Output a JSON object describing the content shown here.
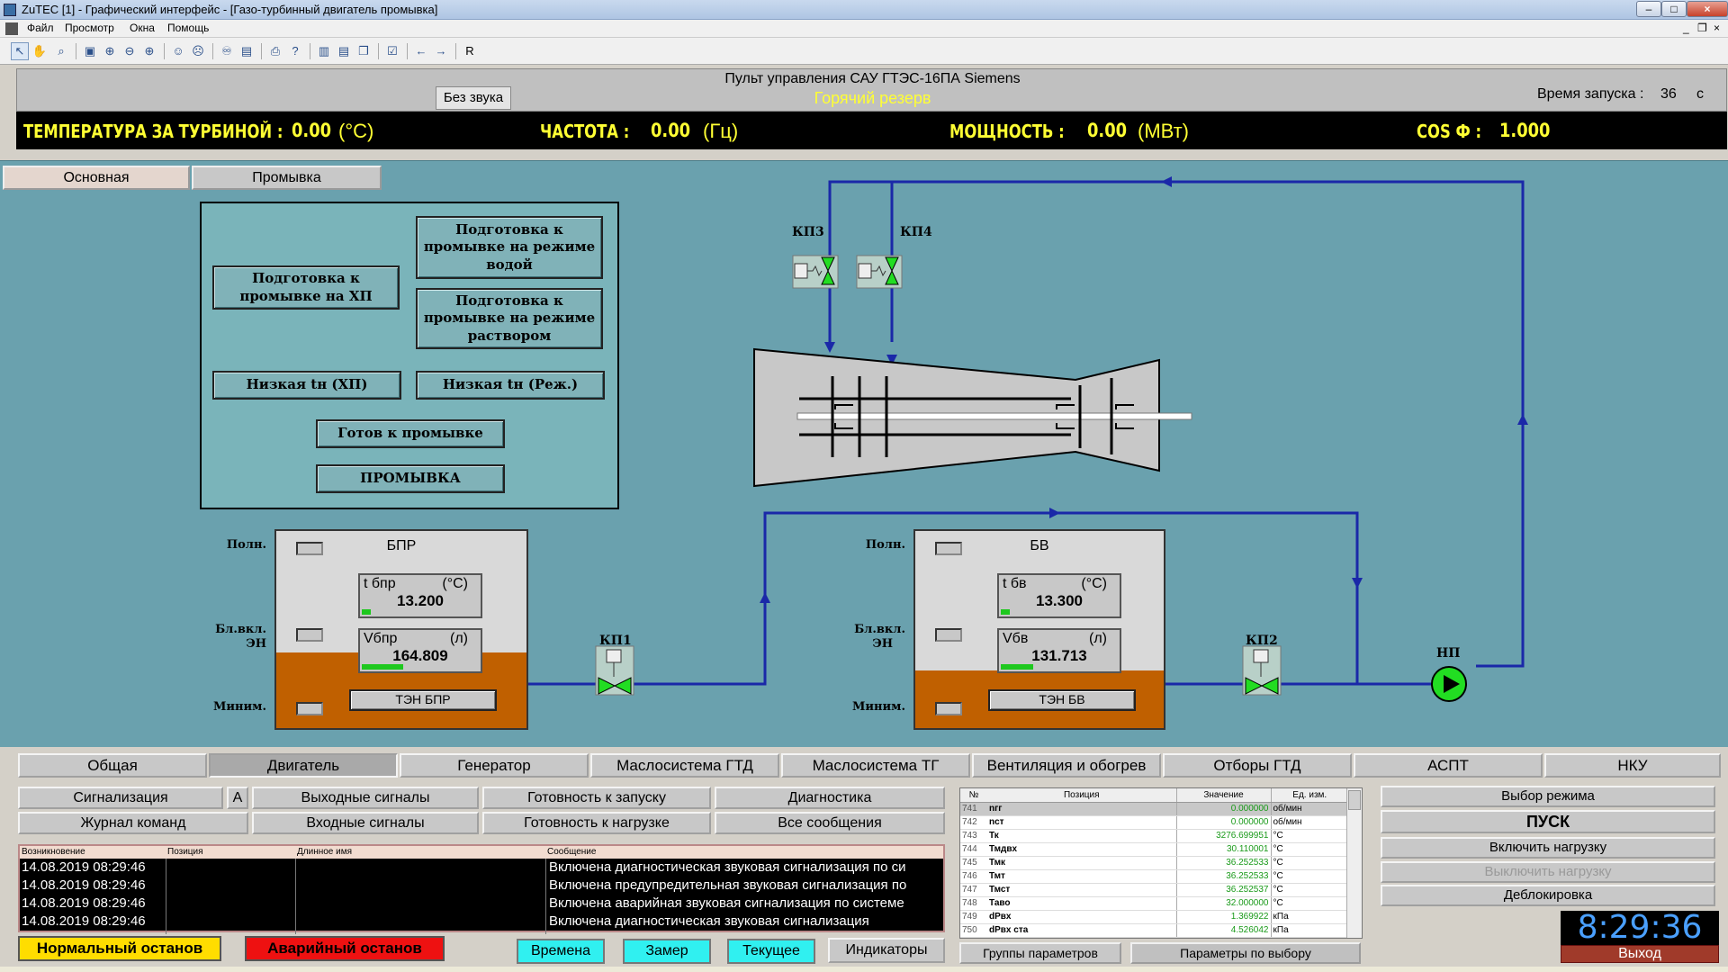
{
  "window": {
    "title": "ZuTEC [1] - Графический интерфейс - [Газо-турбинный двигатель промывка]",
    "menu": [
      "Файл",
      "Просмотр",
      "Окна",
      "Помощь"
    ]
  },
  "header": {
    "title": "Пульт управления САУ ГТЭС-16ПА Siemens",
    "mode": "Горячий резерв",
    "mute_label": "Без звука",
    "start_time_label": "Время запуска :",
    "start_time_value": "36",
    "start_time_unit": "с"
  },
  "measurements": {
    "temp_label": "ТЕМПЕРАТУРА ЗА ТУРБИНОЙ :",
    "temp_value": "0.00",
    "temp_unit": "(°С)",
    "freq_label": "ЧАСТОТА :",
    "freq_value": "0.00",
    "freq_unit": "(Гц)",
    "power_label": "МОЩНОСТЬ :",
    "power_value": "0.00",
    "power_unit": "(МВт)",
    "cos_label": "COS Ф :",
    "cos_value": "1.000"
  },
  "view_tabs": [
    "Основная",
    "Промывка"
  ],
  "procedures": {
    "prep_xp": "Подготовка к промывке на ХП",
    "prep_water": "Подготовка к промывке на режиме водой",
    "prep_solution": "Подготовка к промывке на режиме раствором",
    "low_t_xp": "Низкая tн (ХП)",
    "low_t_mode": "Низкая tн (Реж.)",
    "ready": "Готов к промывке",
    "wash": "ПРОМЫВКА"
  },
  "valves": {
    "kp1": "КП1",
    "kp2": "КП2",
    "kp3": "КП3",
    "kp4": "КП4",
    "np": "НП"
  },
  "side_labels": {
    "full": "Полн.",
    "blocked_1": "Бл.вкл.",
    "blocked_2": "ЭН",
    "min": "Миним."
  },
  "tank_bpr": {
    "name": "БПР",
    "t_label": "t бпр",
    "t_unit": "(°С)",
    "t_value": "13.200",
    "t_level": 0.08,
    "v_label": "Vбпр",
    "v_unit": "(л)",
    "v_value": "164.809",
    "v_level": 0.35,
    "heater": "ТЭН БПР"
  },
  "tank_bv": {
    "name": "БВ",
    "t_label": "t бв",
    "t_unit": "(°С)",
    "t_value": "13.300",
    "t_level": 0.08,
    "v_label": "Vбв",
    "v_unit": "(л)",
    "v_value": "131.713",
    "v_level": 0.28,
    "heater": "ТЭН БВ"
  },
  "nav_tabs": [
    "Общая",
    "Двигатель",
    "Генератор",
    "Масло­система ГТД",
    "Масло­система ТГ",
    "Вентиляция и обогрев",
    "Отборы ГТД",
    "АСПТ",
    "НКУ"
  ],
  "signal_buttons": {
    "alarms": "Сигнализация",
    "a": "A",
    "out_signals": "Выходные сигналы",
    "start_ready": "Готовность к запуску",
    "diagnostics": "Диагностика",
    "cmd_log": "Журнал команд",
    "in_signals": "Входные сигналы",
    "load_ready": "Готовность к нагрузке",
    "all_messages": "Все сообщения"
  },
  "log": {
    "headers": {
      "time": "Возникновение",
      "pos": "Позиция",
      "long": "Длинное имя",
      "msg": "Сообщение"
    },
    "rows": [
      {
        "time": "14.08.2019 08:29:46",
        "msg": "Включена диагностическая звуковая сигнализация по си"
      },
      {
        "time": "14.08.2019 08:29:46",
        "msg": "Включена предупредительная звуковая сигнализация по"
      },
      {
        "time": "14.08.2019 08:29:46",
        "msg": "Включена аварийная звуковая сигнализация по системе"
      },
      {
        "time": "14.08.2019 08:29:46",
        "msg": "Включена диагностическая звуковая сигнализация"
      }
    ]
  },
  "stop_buttons": {
    "normal": "Нормальный останов",
    "emergency": "Аварийный останов"
  },
  "view_buttons": {
    "times": "Времена",
    "measure": "Замер",
    "current": "Текущее",
    "indicators": "Индикаторы"
  },
  "params": {
    "headers": {
      "num": "№",
      "pos": "Позиция",
      "val": "Значение",
      "unit": "Ед. изм."
    },
    "rows": [
      {
        "num": "741",
        "name": "nгг",
        "val": "0.000000",
        "unit": "об/мин"
      },
      {
        "num": "742",
        "name": "nст",
        "val": "0.000000",
        "unit": "об/мин"
      },
      {
        "num": "743",
        "name": "Тк",
        "val": "3276.699951",
        "unit": "°С"
      },
      {
        "num": "744",
        "name": "Тмдвх",
        "val": "30.110001",
        "unit": "°С"
      },
      {
        "num": "745",
        "name": "Тмк",
        "val": "36.252533",
        "unit": "°С"
      },
      {
        "num": "746",
        "name": "Тмт",
        "val": "36.252533",
        "unit": "°С"
      },
      {
        "num": "747",
        "name": "Тмст",
        "val": "36.252537",
        "unit": "°С"
      },
      {
        "num": "748",
        "name": "Таво",
        "val": "32.000000",
        "unit": "°С"
      },
      {
        "num": "749",
        "name": "dPвх",
        "val": "1.369922",
        "unit": "кПа"
      },
      {
        "num": "750",
        "name": "dPвх ста",
        "val": "4.526042",
        "unit": "кПа"
      }
    ],
    "groups_btn": "Группы параметров",
    "choice_btn": "Параметры по выбору"
  },
  "control": {
    "mode_select": "Выбор режима",
    "start": "ПУСК",
    "load_on": "Включить нагрузку",
    "load_off": "Выключить нагрузку",
    "unblock": "Деблокировка"
  },
  "clock": "8:29:36",
  "exit_label": "Выход",
  "colors": {
    "process_bg": "#6aa1ae",
    "pipe": "#1a28a8",
    "liquid": "#c06000",
    "valve_open": "#22dd22",
    "mode_text": "#ffff33"
  }
}
